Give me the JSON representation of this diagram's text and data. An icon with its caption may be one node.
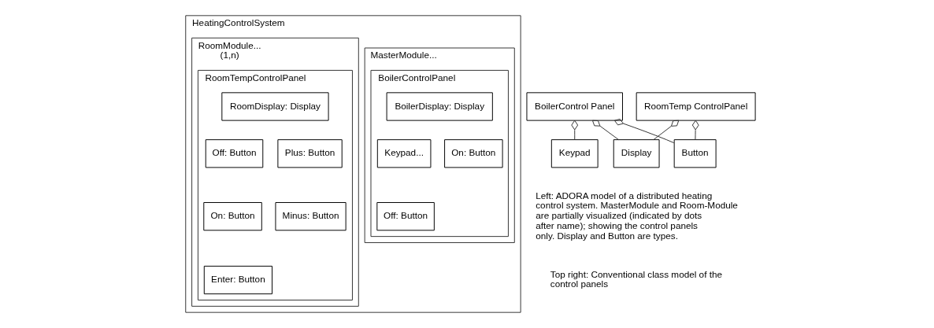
{
  "diagram": {
    "nodes": [
      {
        "text": [
          "HeatingControlSystem"
        ]
      },
      {
        "text": [
          "MasterModule..."
        ],
        "in": 0
      },
      {
        "text": [
          "BoilerControlPanel"
        ],
        "in": 1
      },
      {
        "text": [
          "BoilerDisplay: Display"
        ],
        "in": 2
      },
      {
        "text": [
          "Keypad..."
        ],
        "in": 2
      },
      {
        "text": [
          "On: Button"
        ],
        "in": 2
      },
      {
        "text": [
          "Off: Button"
        ],
        "in": 2
      },
      {
        "text": [
          "RoomModule...",
          "(1,n)"
        ],
        "in": 0
      },
      {
        "text": [
          "RoomTempControlPanel"
        ],
        "in": 7
      },
      {
        "text": [
          "RoomDisplay: Display"
        ],
        "in": 8
      },
      {
        "text": [
          "Off: Button"
        ],
        "in": 8
      },
      {
        "text": [
          "Plus: Button"
        ],
        "in": 8
      },
      {
        "text": [
          "On: Button"
        ],
        "in": 8
      },
      {
        "text": [
          "Minus: Button"
        ],
        "in": 8
      },
      {
        "text": [
          "Enter: Button"
        ],
        "in": 8
      },
      {
        "text": [
          "BoilerControl Panel"
        ]
      },
      {
        "text": [
          "RoomTemp ControlPanel"
        ]
      },
      {
        "text": [
          "Keypad"
        ]
      },
      {
        "text": [
          "Button"
        ]
      },
      {
        "text": [
          "Display"
        ]
      }
    ],
    "edges": [
      {
        "from": 15,
        "to": 17,
        "arrow": "other"
      },
      {
        "from": 15,
        "to": 18,
        "arrow": "other"
      },
      {
        "from": 15,
        "to": 19,
        "arrow": "other"
      },
      {
        "from": 16,
        "to": 18,
        "arrow": "other"
      },
      {
        "from": 16,
        "to": 19,
        "arrow": "other"
      }
    ],
    "labels": [
      "Left: ADORA model of a distributed heating control system. MasterModule and Room-Module are partially visualized (indicated by dots after name); showing the control panels only. Display and Button are types.",
      "Top right: Conventional class model of the control panels"
    ]
  }
}
